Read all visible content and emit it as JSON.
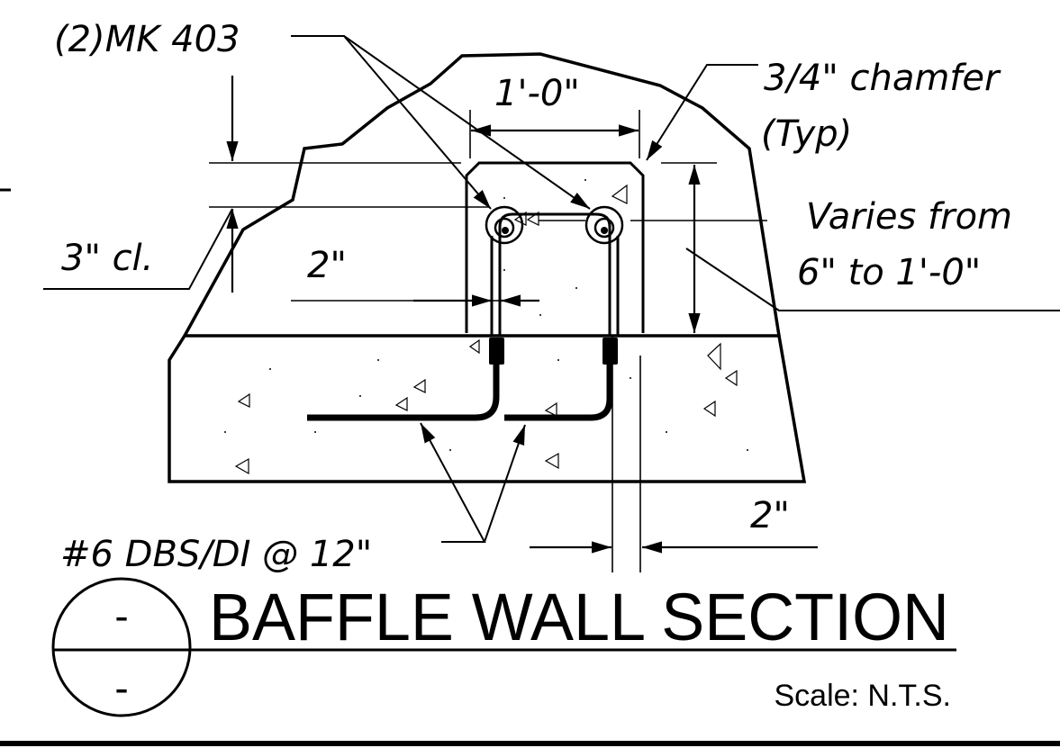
{
  "drawing": {
    "callouts": {
      "mark_label": "(2)MK 403",
      "width_dim": "1'-0\"",
      "chamfer_line1": "3/4\" chamfer",
      "chamfer_line2": "(Typ)",
      "varies_line1": "Varies from",
      "varies_line2": "6\" to 1'-0\"",
      "clear_cover": "3\" cl.",
      "inner_spacing": "2\"",
      "edge_spacing": "2\"",
      "dowel_label": "#6 DBS/DI @ 12\""
    },
    "title_block": {
      "title": "BAFFLE WALL SECTION",
      "section_number": "-",
      "sheet_number": "-",
      "scale": "Scale: N.T.S."
    }
  }
}
